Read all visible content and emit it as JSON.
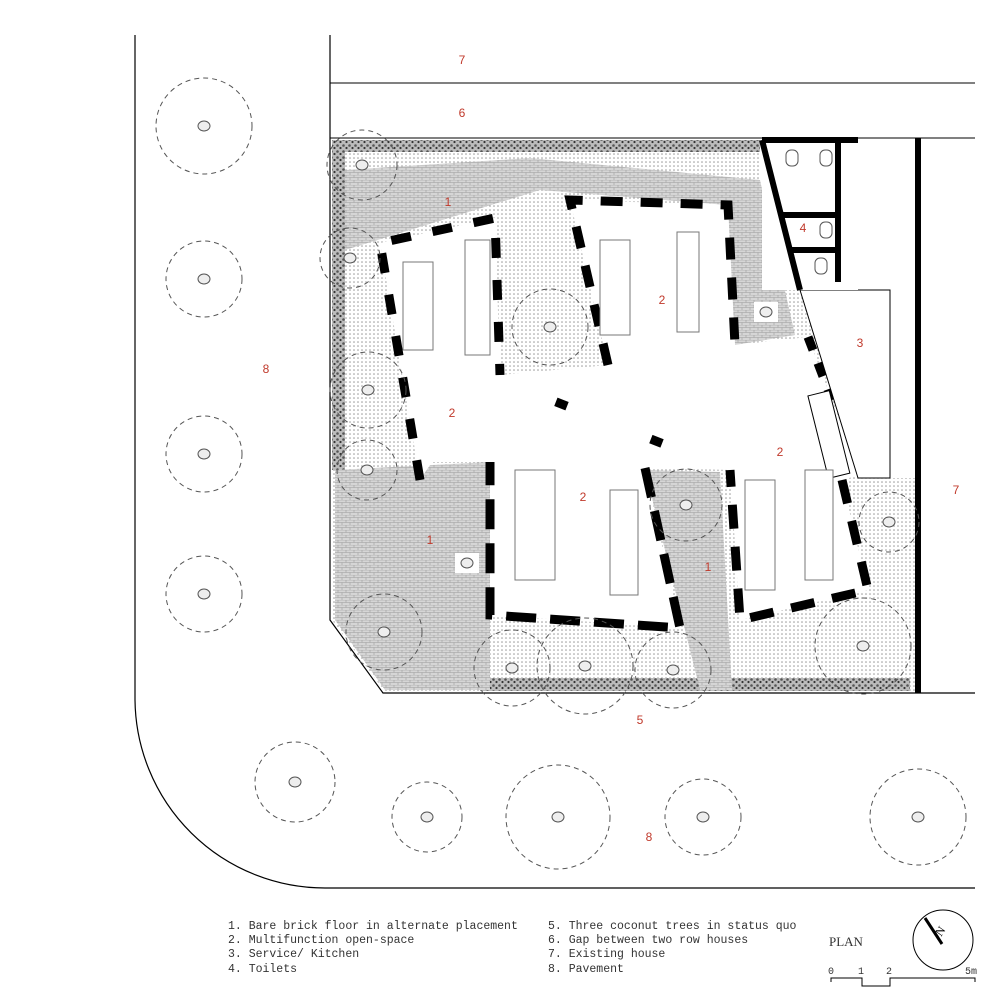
{
  "labels": {
    "existing_house_top": "7",
    "gap": "6",
    "brick_top": "1",
    "space_nw": "2",
    "space_n": "2",
    "kitchen": "3",
    "toilets": "4",
    "space_e": "2",
    "space_s": "2",
    "brick_sw": "1",
    "brick_mid": "1",
    "coconut": "5",
    "existing_house_right": "7",
    "pavement_w": "8",
    "pavement_s": "8"
  },
  "legend": {
    "col1": [
      "1. Bare brick floor in alternate placement",
      "2. Multifunction open-space",
      "3. Service/ Kitchen",
      "4. Toilets"
    ],
    "col2": [
      "5. Three coconut trees in status quo",
      "6. Gap between two row houses",
      "7. Existing house",
      "8. Pavement"
    ]
  },
  "plan_title": "PLAN",
  "north_label": "N",
  "scale": {
    "ticks": [
      "0",
      "1",
      "2",
      "5m"
    ]
  },
  "colors": {
    "label": "#c0392b",
    "wall": "#000000"
  }
}
